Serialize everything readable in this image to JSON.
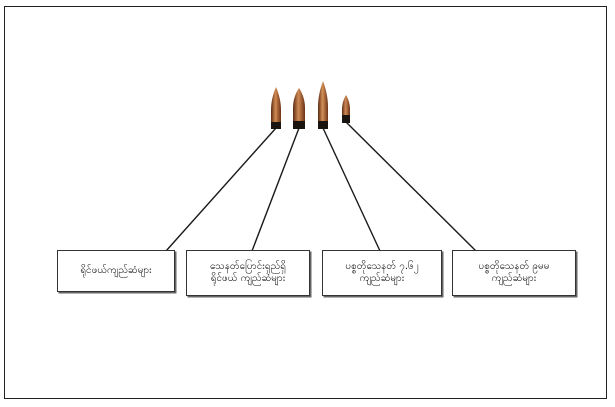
{
  "diagram": {
    "colors": {
      "frame": "#222222",
      "line": "#1a1a1a",
      "bullet_copper": "#b5693a",
      "bullet_shadow": "#5a2a12",
      "bullet_base": "#1a1410"
    },
    "bullets": [
      {
        "icon": "rifle-bullet-icon"
      },
      {
        "icon": "bullet-icon"
      },
      {
        "icon": "rifle-bullet-icon"
      },
      {
        "icon": "short-bullet-icon"
      }
    ],
    "labels": [
      {
        "lines": [
          "ရိုင်ဖယ်ကျည်ဆံများ"
        ]
      },
      {
        "lines": [
          "သေနတ်ပြောင်းရှည်ရှိ",
          "ရိုင်ဖယ် ကျည်ဆံများ"
        ]
      },
      {
        "lines": [
          "ပစ္စတိုသေနတ် ၇.၆၂",
          "ကျည်ဆံများ"
        ]
      },
      {
        "lines": [
          "ပစ္စတိုသေနတ် ၉မမ",
          "ကျည်ဆံများ"
        ]
      }
    ]
  }
}
